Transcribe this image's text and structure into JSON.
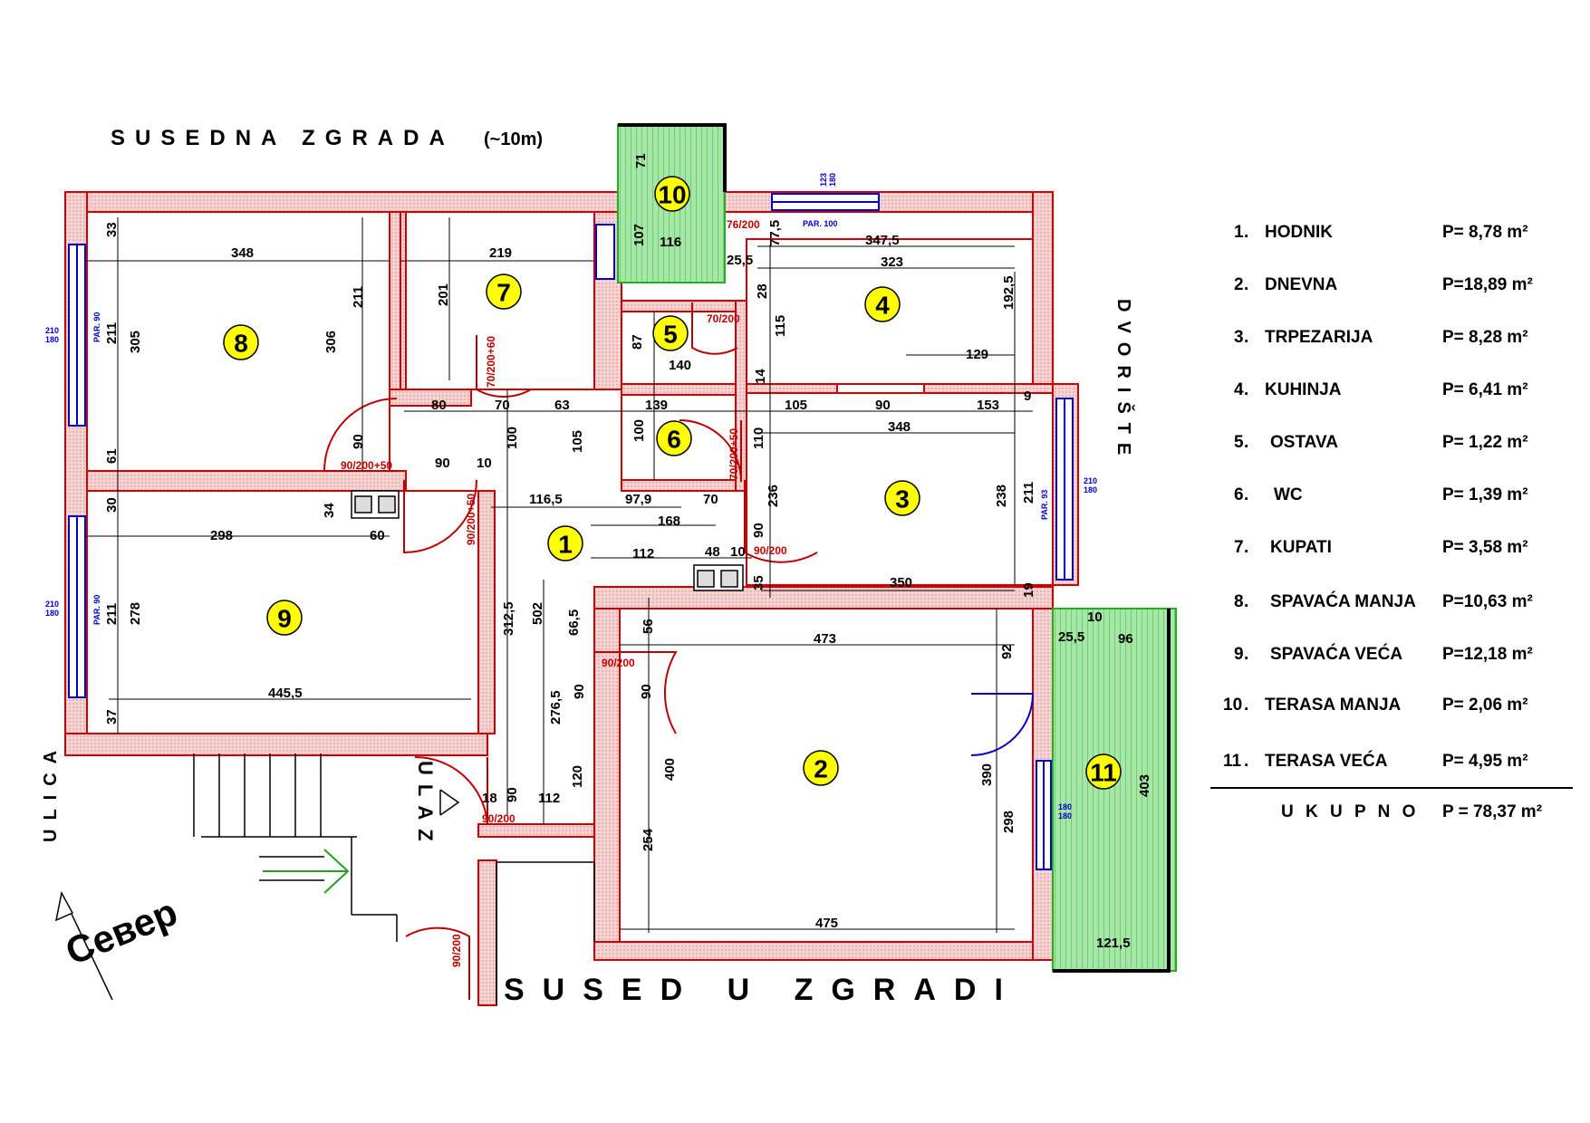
{
  "surroundings": {
    "north": "SUSEDNA  ZGRADA",
    "north_note": "(~10m)",
    "south": "SUSED  U  ZGRADI",
    "east": "DVORIŠTE",
    "west": "ULICA",
    "entrance": "ULAZ",
    "compass": "Север"
  },
  "rooms": [
    {
      "number": "1",
      "name": "HODNIK",
      "area": "P=  8,78 m²"
    },
    {
      "number": "2",
      "name": "DNEVNA",
      "area": "P=18,89 m²"
    },
    {
      "number": "3",
      "name": "TRPEZARIJA",
      "area": "P=  8,28 m²"
    },
    {
      "number": "4",
      "name": "KUHINJA",
      "area": "P=  6,41 m²"
    },
    {
      "number": "5",
      "name": "OSTAVA",
      "area": "P=  1,22 m²"
    },
    {
      "number": "6",
      "name": "WC",
      "area": "P=  1,39 m²"
    },
    {
      "number": "7",
      "name": "KUPATI",
      "area": "P=  3,58 m²"
    },
    {
      "number": "8",
      "name": "SPAVAĆA  MANJA",
      "area": "P=10,63 m²"
    },
    {
      "number": "9",
      "name": "SPAVAĆA  VEĆA",
      "area": "P=12,18 m²"
    },
    {
      "number": "10",
      "name": "TERASA MANJA",
      "area": "P=  2,06 m²"
    },
    {
      "number": "11",
      "name": "TERASA  VEĆA",
      "area": "P=  4,95 m²"
    }
  ],
  "total": {
    "label": "U K U P N O",
    "area": "P = 78,37 m²"
  },
  "dimensions": {
    "d348a": "348",
    "d219": "219",
    "d116": "116",
    "d347_5": "347,5",
    "d323": "323",
    "d25_5a": "25,5",
    "d77_5": "77,5",
    "d107": "107",
    "d71": "71",
    "d33": "33",
    "d211a": "211",
    "d305": "305",
    "d306": "306",
    "d211b": "211",
    "d201": "201",
    "d28": "28",
    "d115": "115",
    "d192_5": "192,5",
    "d87": "87",
    "d140": "140",
    "d129": "129",
    "d14": "14",
    "d61": "61",
    "d80": "80",
    "d70a": "70",
    "d63": "63",
    "d139": "139",
    "d105a": "105",
    "d90a": "90",
    "d153": "153",
    "d9": "9",
    "d90b": "90",
    "d100a": "100",
    "d105b": "105",
    "d100b": "100",
    "d110": "110",
    "d348b": "348",
    "d90c": "90",
    "d10a": "10",
    "d30": "30",
    "d34": "34",
    "d116_5": "116,5",
    "d97_9": "97,9",
    "d70b": "70",
    "d236": "236",
    "d238": "238",
    "d211c": "211",
    "d298": "298",
    "d60": "60",
    "d168": "168",
    "d90d": "90",
    "d112a": "112",
    "d48": "48",
    "d10b": "10",
    "d211d": "211",
    "d278": "278",
    "d35": "35",
    "d350": "350",
    "d19": "19",
    "d312_5": "312,5",
    "d502": "502",
    "d66_5": "66,5",
    "d56": "56",
    "d473": "473",
    "d92": "92",
    "d25_5b": "25,5",
    "d10c": "10",
    "d96": "96",
    "d445_5": "445,5",
    "d276_5": "276,5",
    "d90e": "90",
    "d90f": "90",
    "d400": "400",
    "d390": "390",
    "d37": "37",
    "d120": "120",
    "d403": "403",
    "d18": "18",
    "d90g": "90",
    "d112b": "112",
    "d254": "254",
    "d298b": "298",
    "d475": "475",
    "d121_5": "121,5"
  },
  "doors": {
    "dr1": "76/200",
    "dr2": "70/200",
    "dr3": "70/200+60",
    "dr4": "70/200+50",
    "dr5": "90/200+50",
    "dr6": "90/200+50",
    "dr7": "90/200",
    "dr8": "90/200",
    "dr9": "90/200",
    "dr10": "90/200"
  },
  "windows": {
    "w1": "PAR. 100",
    "w1h": "123",
    "w1s": "180",
    "w2": "PAR. 90",
    "w2h": "210",
    "w2s": "180",
    "w3": "PAR. 90",
    "w3h": "210",
    "w3s": "180",
    "w4": "PAR. 93",
    "w4h": "210",
    "w4s": "180",
    "w5h": "180",
    "w5s": "180"
  },
  "colors": {
    "wall": "#d40000",
    "wall_fill": "#f4c8c8",
    "terrace": "#22b022",
    "terrace_fill": "#9fe09f",
    "window": "#0000cc",
    "marker": "#ffff00"
  }
}
